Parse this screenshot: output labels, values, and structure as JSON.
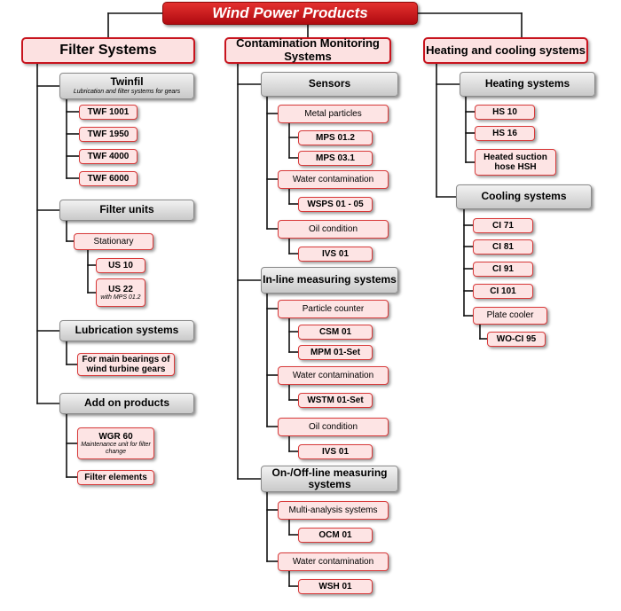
{
  "diagram": {
    "root": "Wind Power Products",
    "nodes": [
      {
        "id": "filter",
        "label": "Filter Systems"
      },
      {
        "id": "twinfil",
        "label": "Twinfil",
        "sub": "Lubrication and filter systems for gears"
      },
      {
        "id": "twf1001",
        "label": "TWF 1001"
      },
      {
        "id": "twf1950",
        "label": "TWF 1950"
      },
      {
        "id": "twf4000",
        "label": "TWF 4000"
      },
      {
        "id": "twf6000",
        "label": "TWF 6000"
      },
      {
        "id": "filterunits",
        "label": "Filter units"
      },
      {
        "id": "stationary",
        "label": "Stationary"
      },
      {
        "id": "us10",
        "label": "US 10"
      },
      {
        "id": "us22",
        "label": "US 22",
        "sub": "with MPS 01.2"
      },
      {
        "id": "lubrication",
        "label": "Lubrication systems"
      },
      {
        "id": "mainbearings",
        "label": "For main bearings of wind turbine gears"
      },
      {
        "id": "addon",
        "label": "Add on products"
      },
      {
        "id": "wgr60",
        "label": "WGR 60",
        "sub": "Maintenance unit for filter change"
      },
      {
        "id": "filterelements",
        "label": "Filter elements"
      },
      {
        "id": "contam",
        "label": "Contamination Monitoring Systems"
      },
      {
        "id": "sensors",
        "label": "Sensors"
      },
      {
        "id": "metal",
        "label": "Metal particles"
      },
      {
        "id": "mps012",
        "label": "MPS 01.2"
      },
      {
        "id": "mps031",
        "label": "MPS 03.1"
      },
      {
        "id": "water1",
        "label": "Water contamination"
      },
      {
        "id": "wsps",
        "label": "WSPS 01 -  05"
      },
      {
        "id": "oil1",
        "label": "Oil condition"
      },
      {
        "id": "ivs1",
        "label": "IVS 01"
      },
      {
        "id": "inline",
        "label": "In-line measuring systems"
      },
      {
        "id": "particle",
        "label": "Particle counter"
      },
      {
        "id": "csm01",
        "label": "CSM 01"
      },
      {
        "id": "mpm01",
        "label": "MPM 01-Set"
      },
      {
        "id": "water2",
        "label": "Water contamination"
      },
      {
        "id": "wstm",
        "label": "WSTM 01-Set"
      },
      {
        "id": "oil2",
        "label": "Oil condition"
      },
      {
        "id": "ivs2",
        "label": "IVS 01"
      },
      {
        "id": "onoff",
        "label": "On-/Off-line measuring systems"
      },
      {
        "id": "multi",
        "label": "Multi-analysis systems"
      },
      {
        "id": "ocm01",
        "label": "OCM 01"
      },
      {
        "id": "water3",
        "label": "Water contamination"
      },
      {
        "id": "wsh01",
        "label": "WSH 01"
      },
      {
        "id": "heatcool",
        "label": "Heating and cooling systems"
      },
      {
        "id": "heating",
        "label": "Heating systems"
      },
      {
        "id": "hs10",
        "label": "HS 10"
      },
      {
        "id": "hs16",
        "label": "HS 16"
      },
      {
        "id": "hsh",
        "label": "Heated suction hose HSH"
      },
      {
        "id": "cooling",
        "label": "Cooling systems"
      },
      {
        "id": "ci71",
        "label": "CI 71"
      },
      {
        "id": "ci81",
        "label": "CI 81"
      },
      {
        "id": "ci91",
        "label": "CI 91"
      },
      {
        "id": "ci101",
        "label": "CI 101"
      },
      {
        "id": "plate",
        "label": "Plate cooler"
      },
      {
        "id": "woci95",
        "label": "WO-CI 95"
      }
    ],
    "edges": [
      [
        "root",
        "filter"
      ],
      [
        "root",
        "contam"
      ],
      [
        "root",
        "heatcool"
      ],
      [
        "filter",
        "twinfil"
      ],
      [
        "filter",
        "filterunits"
      ],
      [
        "filter",
        "lubrication"
      ],
      [
        "filter",
        "addon"
      ],
      [
        "twinfil",
        "twf1001"
      ],
      [
        "twinfil",
        "twf1950"
      ],
      [
        "twinfil",
        "twf4000"
      ],
      [
        "twinfil",
        "twf6000"
      ],
      [
        "filterunits",
        "stationary"
      ],
      [
        "stationary",
        "us10"
      ],
      [
        "stationary",
        "us22"
      ],
      [
        "lubrication",
        "mainbearings"
      ],
      [
        "addon",
        "wgr60"
      ],
      [
        "addon",
        "filterelements"
      ],
      [
        "contam",
        "sensors"
      ],
      [
        "contam",
        "inline"
      ],
      [
        "contam",
        "onoff"
      ],
      [
        "sensors",
        "metal"
      ],
      [
        "sensors",
        "water1"
      ],
      [
        "sensors",
        "oil1"
      ],
      [
        "metal",
        "mps012"
      ],
      [
        "metal",
        "mps031"
      ],
      [
        "water1",
        "wsps"
      ],
      [
        "oil1",
        "ivs1"
      ],
      [
        "inline",
        "particle"
      ],
      [
        "inline",
        "water2"
      ],
      [
        "inline",
        "oil2"
      ],
      [
        "particle",
        "csm01"
      ],
      [
        "particle",
        "mpm01"
      ],
      [
        "water2",
        "wstm"
      ],
      [
        "oil2",
        "ivs2"
      ],
      [
        "onoff",
        "multi"
      ],
      [
        "onoff",
        "water3"
      ],
      [
        "multi",
        "ocm01"
      ],
      [
        "water3",
        "wsh01"
      ],
      [
        "heatcool",
        "heating"
      ],
      [
        "heatcool",
        "cooling"
      ],
      [
        "heating",
        "hs10"
      ],
      [
        "heating",
        "hs16"
      ],
      [
        "heating",
        "hsh"
      ],
      [
        "cooling",
        "ci71"
      ],
      [
        "cooling",
        "ci81"
      ],
      [
        "cooling",
        "ci91"
      ],
      [
        "cooling",
        "ci101"
      ],
      [
        "cooling",
        "plate"
      ],
      [
        "plate",
        "woci95"
      ]
    ]
  }
}
